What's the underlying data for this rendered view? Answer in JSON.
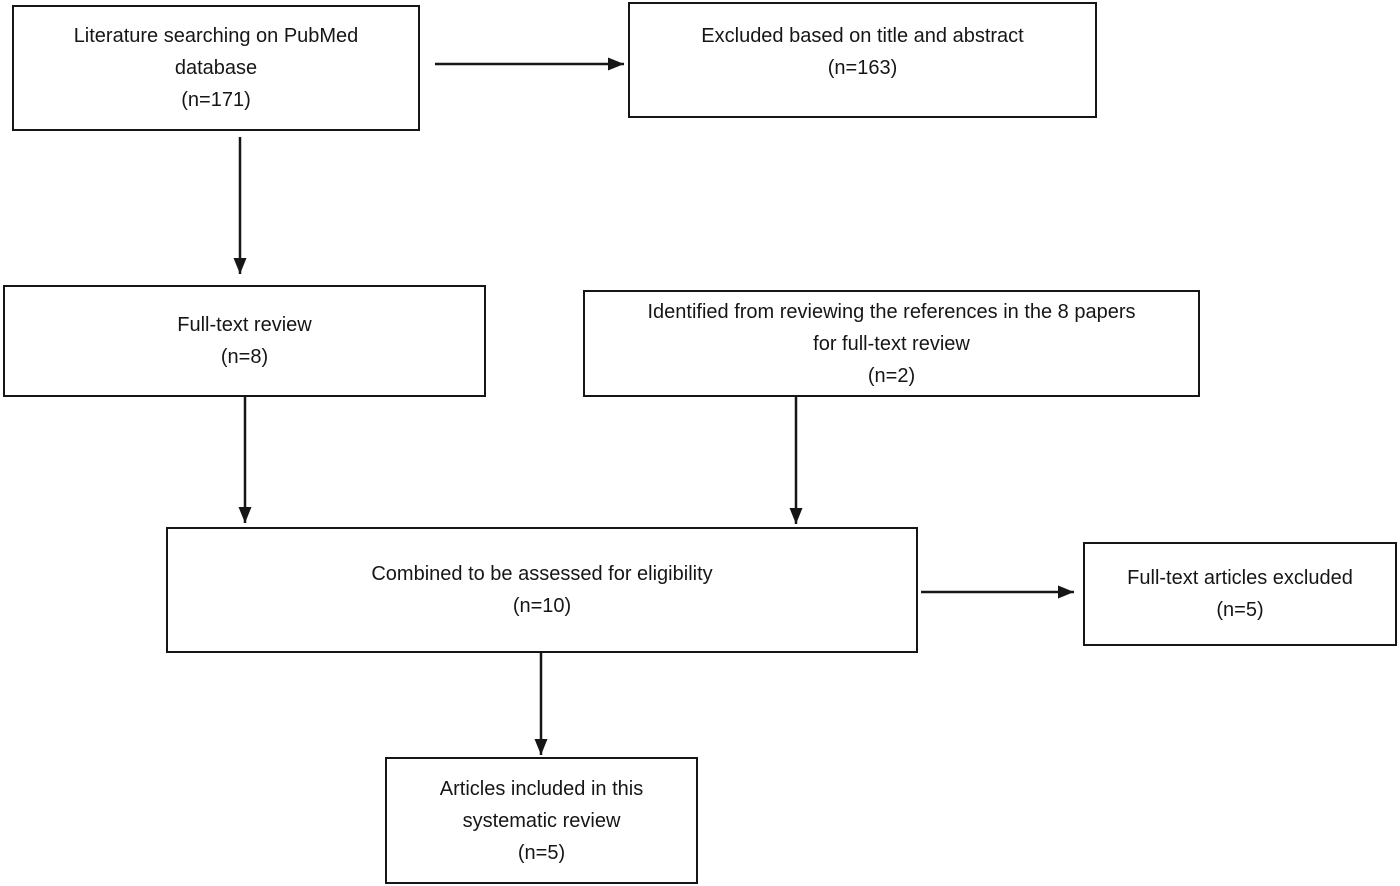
{
  "page": {
    "background_color": "#ffffff",
    "line_color": "#161616",
    "text_color": "#161616",
    "border_color": "#161616"
  },
  "flowchart": {
    "kind": "literature-screening-flow-diagram",
    "boxes": [
      {
        "id": "pubmed-search",
        "lines": [
          "Literature searching on PubMed",
          "database",
          "(n=171)"
        ],
        "n": 171
      },
      {
        "id": "excluded-title-abstract",
        "lines": [
          "Excluded based on title and abstract",
          "(n=163)"
        ],
        "n": 163
      },
      {
        "id": "full-text-review",
        "lines": [
          "Full-text review",
          "(n=8)"
        ],
        "n": 8
      },
      {
        "id": "references-identified",
        "lines": [
          "Identified from reviewing the references in the 8 papers",
          "for full-text review",
          "(n=2)"
        ],
        "n": 2
      },
      {
        "id": "combined-eligibility",
        "lines": [
          "Combined to be assessed for eligibility",
          "(n=10)"
        ],
        "n": 10
      },
      {
        "id": "full-text-excluded",
        "lines": [
          "Full-text articles excluded",
          "(n=5)"
        ],
        "n": 5
      },
      {
        "id": "included-systematic-review",
        "lines": [
          "Articles included in this",
          "systematic review",
          "(n=5)"
        ],
        "n": 5
      }
    ],
    "connections": [
      {
        "from": "pubmed-search",
        "to": "excluded-title-abstract",
        "direction": "right"
      },
      {
        "from": "pubmed-search",
        "to": "full-text-review",
        "direction": "down"
      },
      {
        "from": "full-text-review",
        "to": "combined-eligibility",
        "direction": "down"
      },
      {
        "from": "references-identified",
        "to": "combined-eligibility",
        "direction": "down"
      },
      {
        "from": "combined-eligibility",
        "to": "full-text-excluded",
        "direction": "right"
      },
      {
        "from": "combined-eligibility",
        "to": "included-systematic-review",
        "direction": "down"
      }
    ]
  }
}
